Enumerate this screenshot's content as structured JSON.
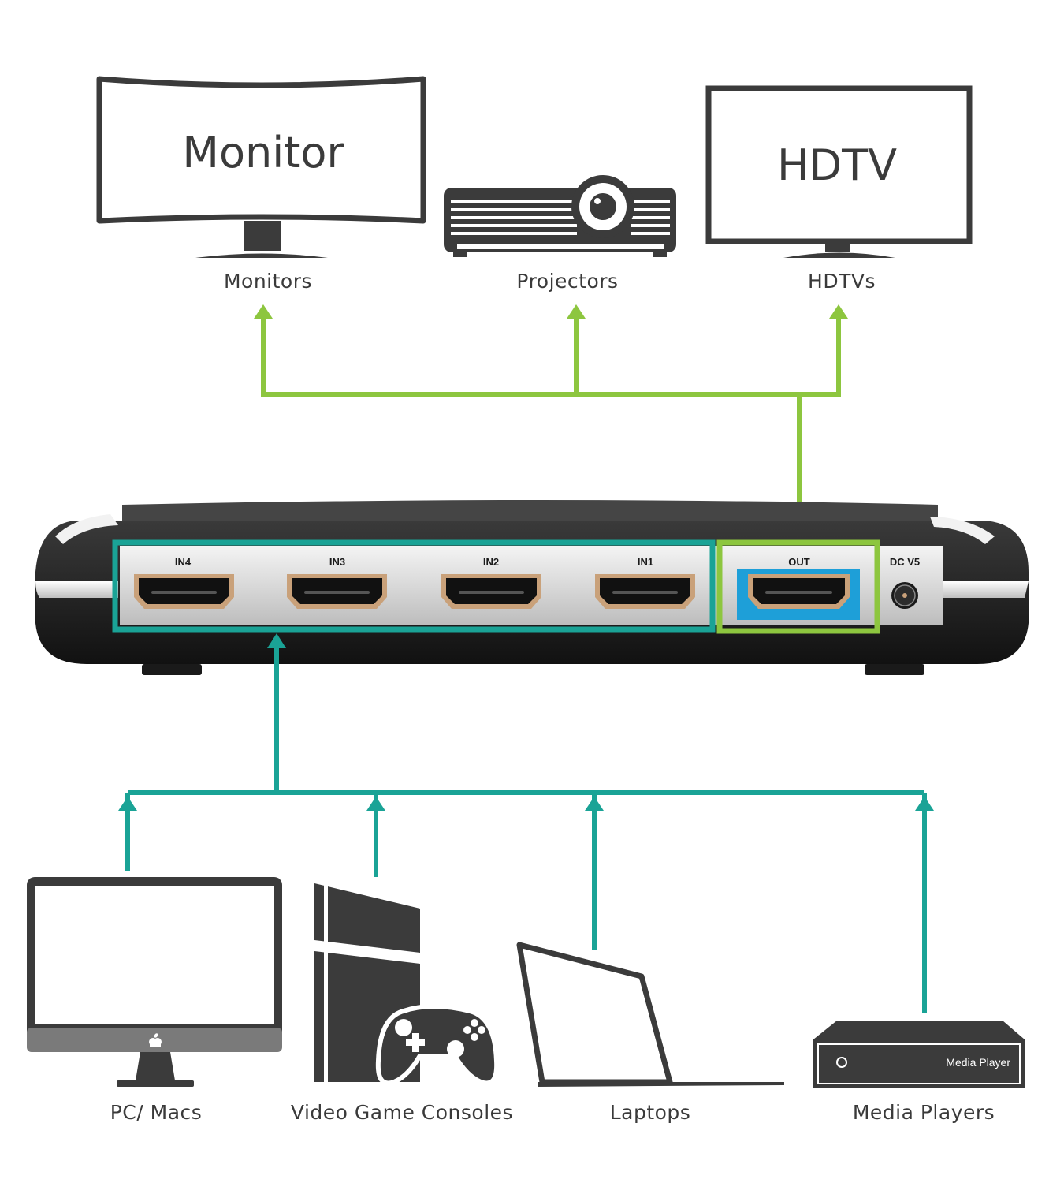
{
  "outputs": {
    "monitor": {
      "screen_text": "Monitor",
      "label": "Monitors"
    },
    "projector": {
      "label": "Projectors"
    },
    "hdtv": {
      "screen_text": "HDTV",
      "label": "HDTVs"
    }
  },
  "switch": {
    "ports": {
      "in4": "IN4",
      "in3": "IN3",
      "in2": "IN2",
      "in1": "IN1",
      "out": "OUT",
      "dc": "DC V5"
    }
  },
  "inputs": {
    "pc": {
      "label": "PC/ Macs"
    },
    "console": {
      "label": "Video Game Consoles"
    },
    "laptop": {
      "label": "Laptops"
    },
    "media_player": {
      "badge_text": "Media Player",
      "label": "Media Players"
    }
  },
  "colors": {
    "output_line": "#8dc63f",
    "input_line": "#1aa396",
    "out_port_bg": "#1e9fd8",
    "device_fill": "#3b3b3b"
  }
}
